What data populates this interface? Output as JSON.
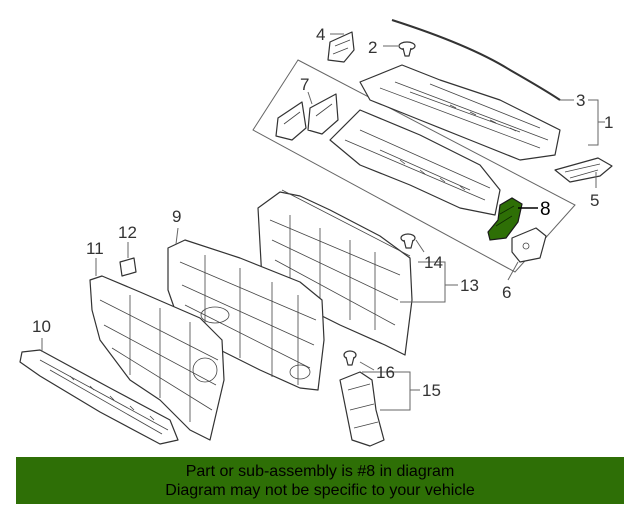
{
  "diagram": {
    "callouts": {
      "c1": "1",
      "c2": "2",
      "c3": "3",
      "c4": "4",
      "c5": "5",
      "c6": "6",
      "c7": "7",
      "c8": "8",
      "c9": "9",
      "c10": "10",
      "c11": "11",
      "c12": "12",
      "c13": "13",
      "c14": "14",
      "c15": "15",
      "c16": "16"
    },
    "highlight_color": "#2e6f06"
  },
  "banner": {
    "line1": "Part or sub-assembly is #8 in diagram",
    "line2": "Diagram may not be specific to your vehicle",
    "background": "#2e6f06"
  }
}
